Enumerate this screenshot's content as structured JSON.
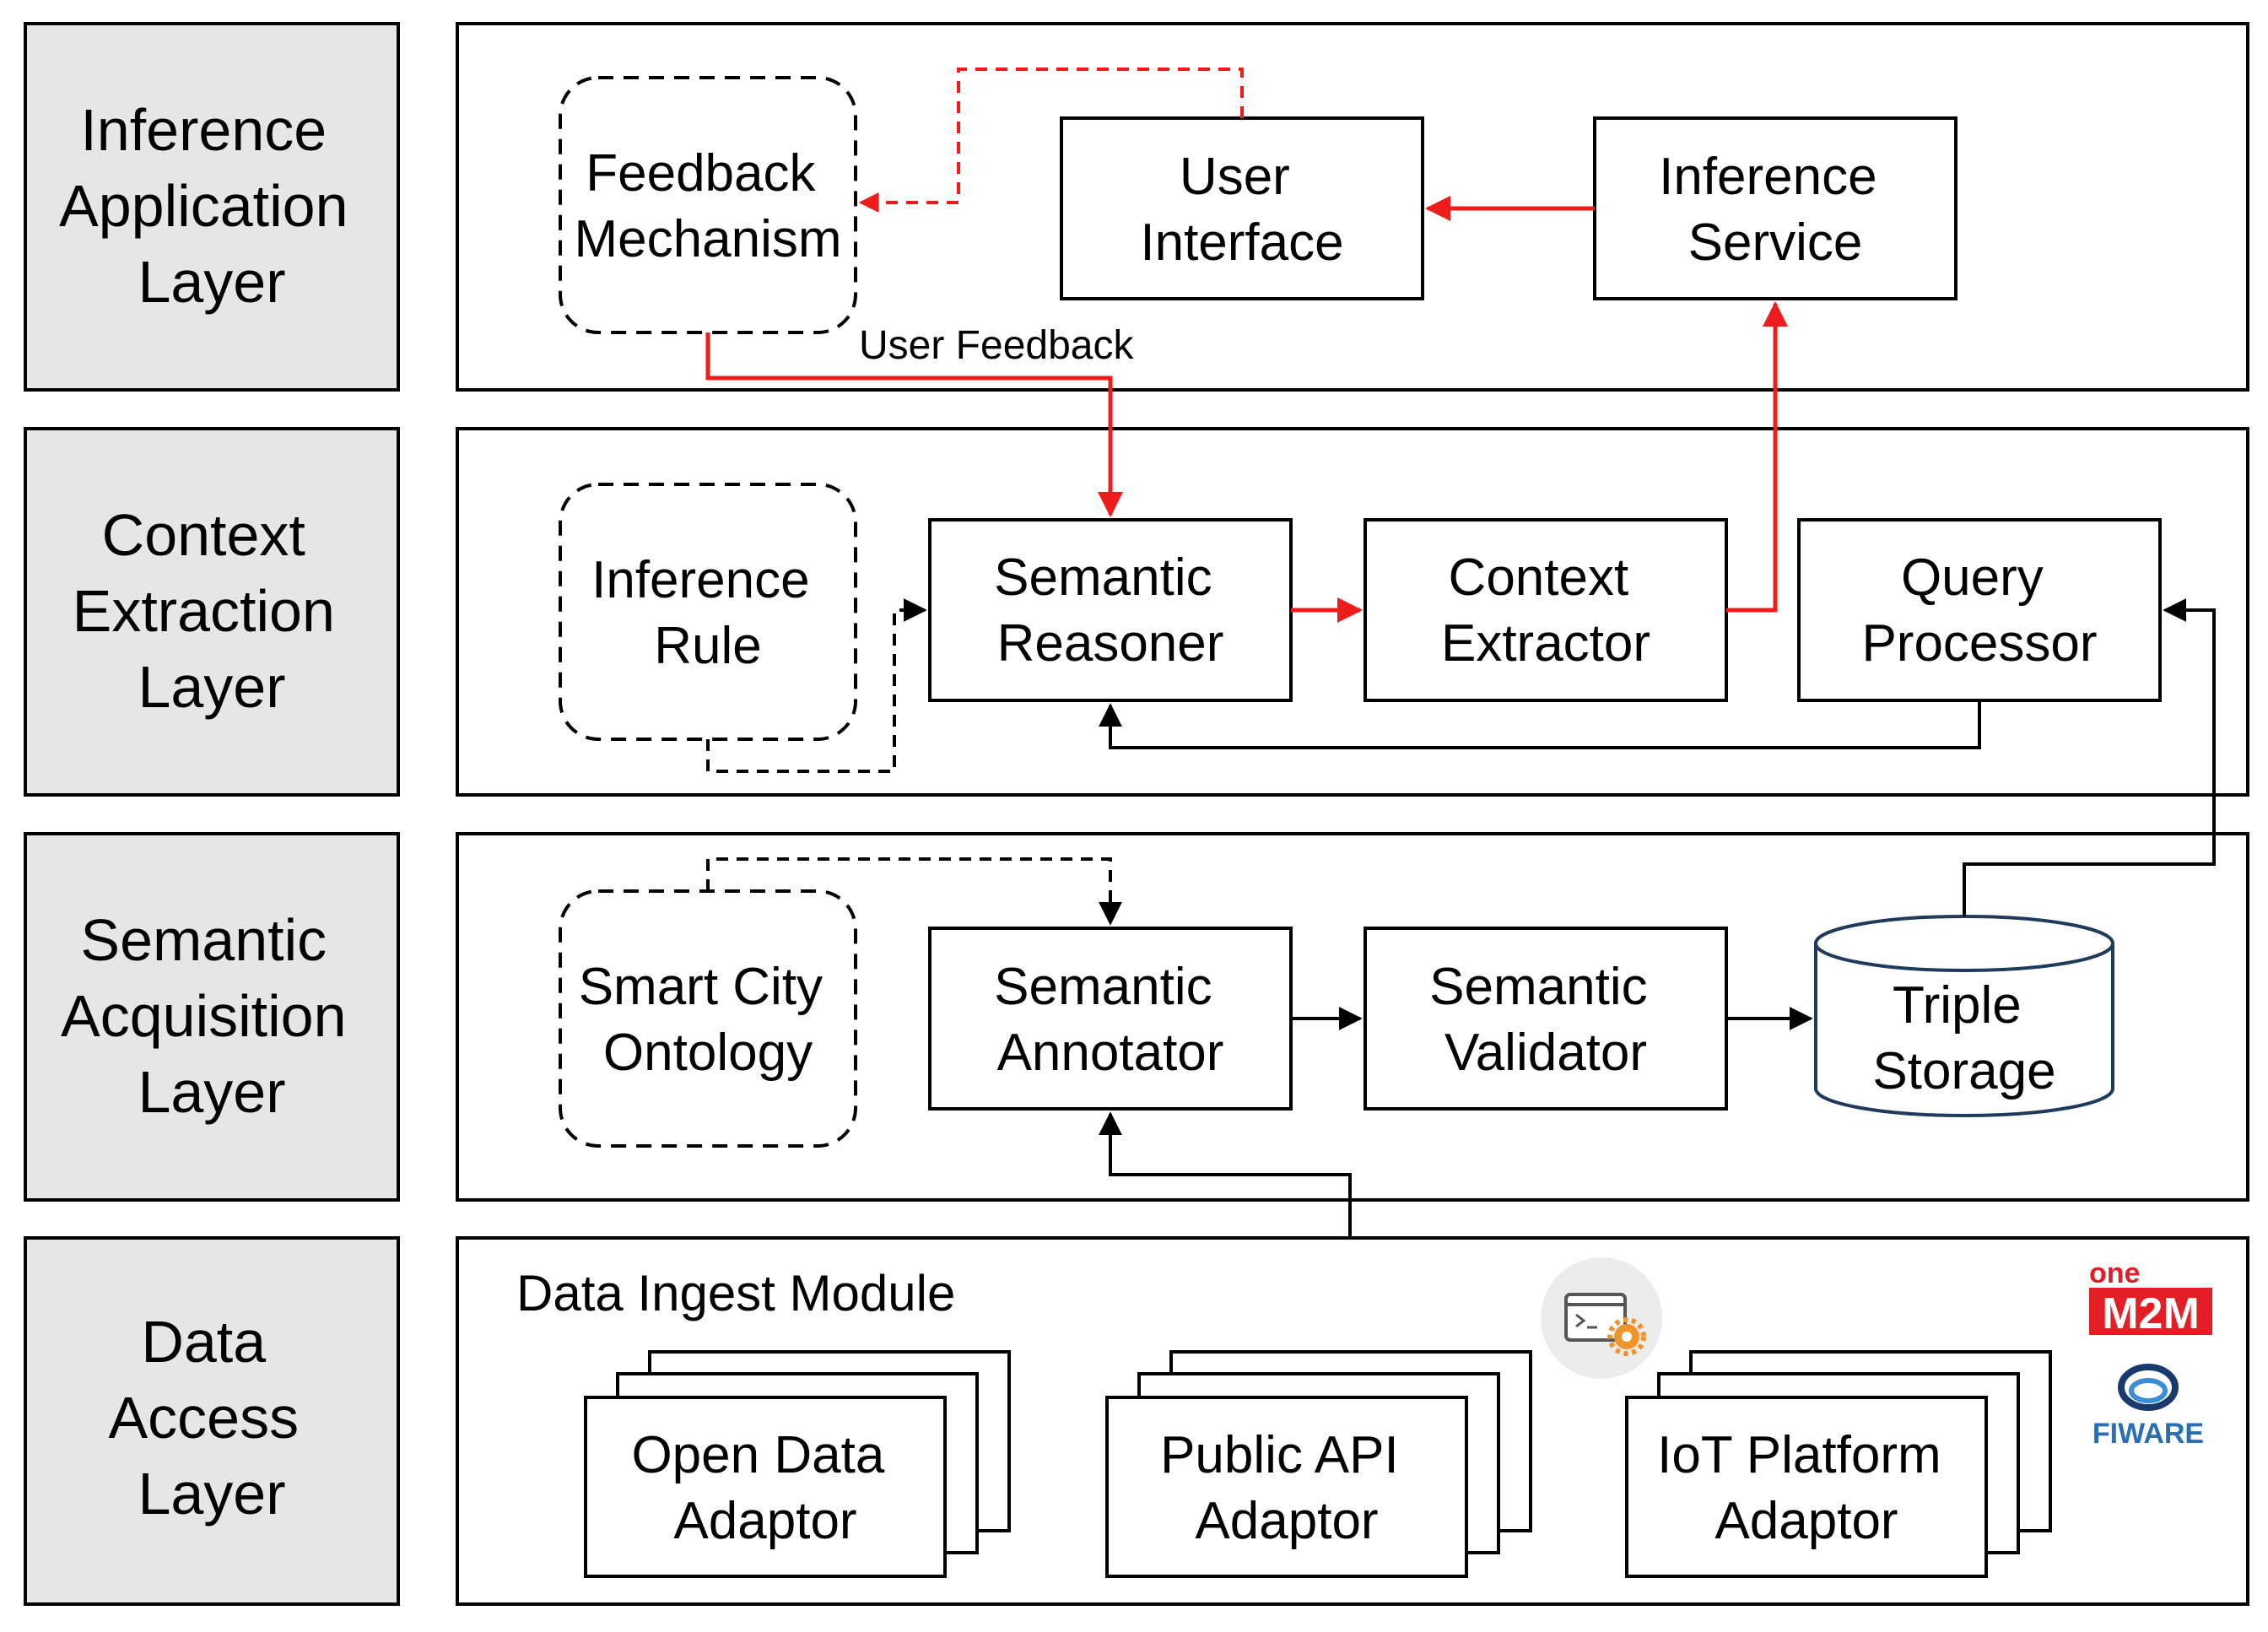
{
  "layers": [
    {
      "label": [
        "Inference",
        "Application",
        "Layer"
      ]
    },
    {
      "label": [
        "Context",
        "Extraction",
        "Layer"
      ]
    },
    {
      "label": [
        "Semantic",
        "Acquisition",
        "Layer"
      ]
    },
    {
      "label": [
        "Data",
        "Access",
        "Layer"
      ]
    }
  ],
  "app_layer": {
    "feedback_mechanism": [
      "Feedback",
      "Mechanism"
    ],
    "user_interface": [
      "User",
      "Interface"
    ],
    "inference_service": [
      "Inference",
      "Service"
    ],
    "user_feedback_label": "User Feedback"
  },
  "extraction_layer": {
    "inference_rule": [
      "Inference",
      "Rule"
    ],
    "semantic_reasoner": [
      "Semantic",
      "Reasoner"
    ],
    "context_extractor": [
      "Context",
      "Extractor"
    ],
    "query_processor": [
      "Query",
      "Processor"
    ]
  },
  "acquisition_layer": {
    "smart_city_ontology": [
      "Smart City",
      "Ontology"
    ],
    "semantic_annotator": [
      "Semantic",
      "Annotator"
    ],
    "semantic_validator": [
      "Semantic",
      "Validator"
    ],
    "triple_storage": [
      "Triple",
      "Storage"
    ]
  },
  "access_layer": {
    "module_title": "Data Ingest Module",
    "open_data_adaptor": [
      "Open Data",
      "Adaptor"
    ],
    "public_api_adaptor": [
      "Public API",
      "Adaptor"
    ],
    "iot_platform_adaptor": [
      "IoT Platform",
      "Adaptor"
    ]
  },
  "logos": {
    "onem2m_top": "one",
    "onem2m_bottom": "M2M",
    "fiware": "FIWARE"
  },
  "colors": {
    "red_arrow": "#ee1c1c",
    "label_bg": "#e6e6e6",
    "storage_stroke": "#1f3a5a"
  },
  "icons": {
    "service": "terminal-gear-icon"
  }
}
